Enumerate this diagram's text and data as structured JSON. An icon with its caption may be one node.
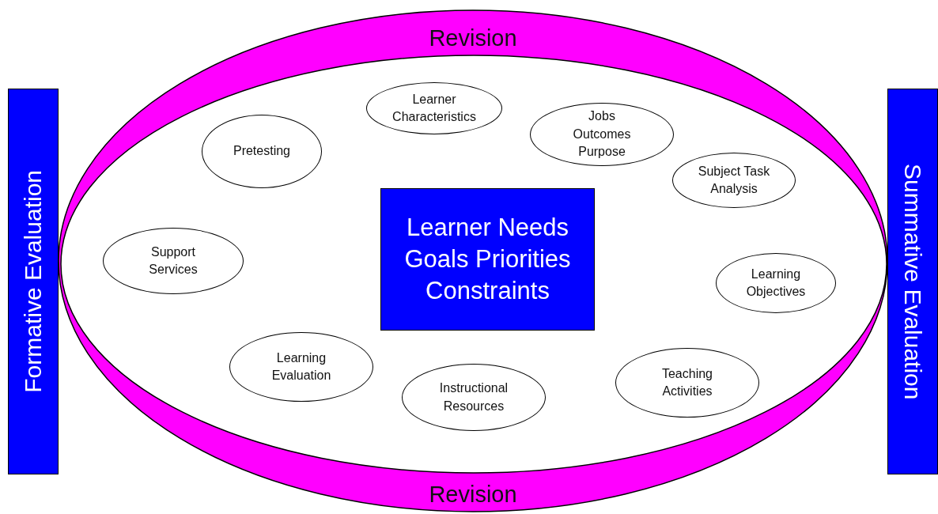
{
  "diagram": {
    "nodes": [
      {
        "text": [
          "Revision",
          "Revision"
        ]
      },
      {
        "text": [
          "Formative Evaluation"
        ]
      },
      {
        "text": [
          "Summative Evaluation"
        ]
      },
      {
        "text": [
          "Learner Characteristics"
        ],
        "in": 0
      },
      {
        "text": [
          "Jobs Outcomes Purpose"
        ],
        "in": 0
      },
      {
        "text": [
          "Pretesting"
        ],
        "in": 0
      },
      {
        "text": [
          "Subject Task Analysis"
        ],
        "in": 0
      },
      {
        "text": [
          "Learner Needs Goals Priorities Constraints"
        ],
        "in": 0
      },
      {
        "text": [
          "Support Services"
        ],
        "in": 0
      },
      {
        "text": [
          "Learning Objectives"
        ],
        "in": 0
      },
      {
        "text": [
          "Learning Evaluation"
        ],
        "in": 0
      },
      {
        "text": [
          "Teaching Activities"
        ],
        "in": 0
      },
      {
        "text": [
          "Instructional Resources"
        ],
        "in": 0
      }
    ]
  }
}
